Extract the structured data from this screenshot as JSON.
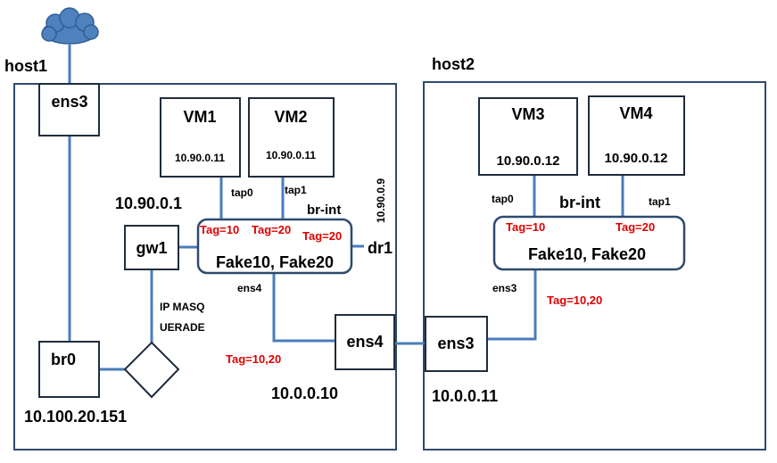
{
  "colors": {
    "frame": "#2f4a6e",
    "link": "#4a7ebb",
    "box": "#1f2d3d",
    "tag": "#e00000",
    "cloud": "#4f81bd"
  },
  "icons": {
    "internet": "cloud-icon",
    "masquerade": "diamond-icon"
  },
  "host1": {
    "label": "host1",
    "ens3": "ens3",
    "br0": "br0",
    "br0_ip": "10.100.20.151",
    "gw1": "gw1",
    "gw_ip": "10.90.0.1",
    "masq_line1": "IP MASQ",
    "masq_line2": "UERADE",
    "vm1": {
      "name": "VM1",
      "ip": "10.90.0.11",
      "tap": "tap0"
    },
    "vm2": {
      "name": "VM2",
      "ip": "10.90.0.11",
      "tap": "tap1"
    },
    "br_int": {
      "label": "br-int",
      "names": "Fake10, Fake20",
      "tag1": "Tag=10",
      "tag2": "Tag=20",
      "tag3": "Tag=20"
    },
    "dr1": "dr1",
    "dr1_ip": "10.90.0.9",
    "ens4_label": "ens4",
    "ens4_box": "ens4",
    "ens4_tag": "Tag=10,20",
    "ip": "10.0.0.10"
  },
  "host2": {
    "label": "host2",
    "vm3": {
      "name": "VM3",
      "ip": "10.90.0.12",
      "tap": "tap0"
    },
    "vm4": {
      "name": "VM4",
      "ip": "10.90.0.12",
      "tap": "tap1"
    },
    "br_int": {
      "label": "br-int",
      "names": "Fake10, Fake20",
      "tag1": "Tag=10",
      "tag2": "Tag=20"
    },
    "ens3_label": "ens3",
    "ens3_box": "ens3",
    "ens3_tag": "Tag=10,20",
    "ip": "10.0.0.11"
  }
}
